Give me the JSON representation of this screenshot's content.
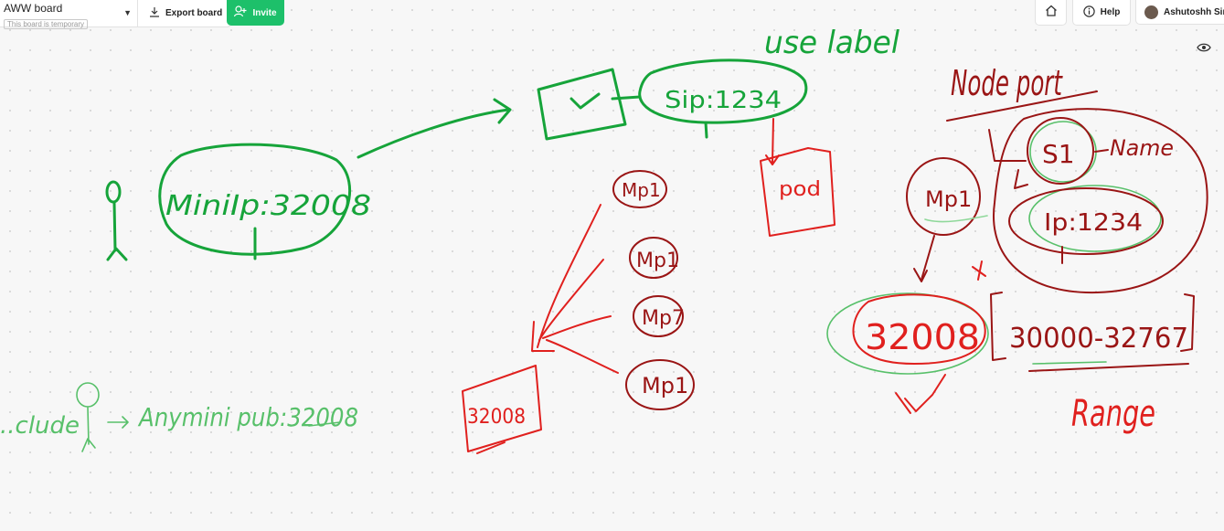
{
  "toolbar": {
    "board_name": "AWW board",
    "board_status": "This board is temporary",
    "export_label": "Export board",
    "invite_label": "Invite",
    "help_label": "Help",
    "user_name": "Ashutoshh Singh"
  },
  "icons": {
    "caret": "chevron-down-icon",
    "export": "download-icon",
    "invite": "add-user-icon",
    "home": "home-icon",
    "help": "info-icon",
    "view": "eye-icon"
  },
  "colors": {
    "accent": "#1dc06a",
    "ink_green": "#16a43a",
    "ink_red": "#e0201e",
    "ink_dark_red": "#9a1515"
  },
  "drawing": {
    "use_label": "use label",
    "node_port_title": "Node port",
    "minikube_ip": "MiniIp:32008",
    "service_ip": "Sip:1234",
    "pod_label": "pod",
    "mp_nodes": [
      "Mp1",
      "Mp1",
      "Mp7",
      "Mp1"
    ],
    "left_port_box": "32008",
    "right_mp": "Mp1",
    "service_name": "S1",
    "name_label": "Name",
    "service_ip_right": "Ip:1234",
    "port_value": "32008",
    "port_range": "30000-32767",
    "range_label": "Range",
    "bottom_note": "Anymini pub:32008",
    "bottom_left_fragment": "..clude"
  }
}
